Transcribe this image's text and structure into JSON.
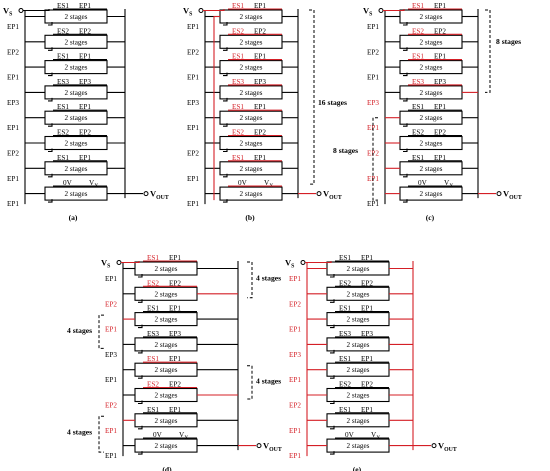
{
  "box_label": "2 stages",
  "io": {
    "vs": "V",
    "vs_sub": "S",
    "vout": "V",
    "vout_sub": "OUT",
    "vx": "V",
    "vx_sub": "X",
    "zero": "0V"
  },
  "colors": {
    "wire": "#000000",
    "active": "#d41f26"
  },
  "panels": [
    {
      "id": "a",
      "caption": "(a)",
      "top_labels": [
        [
          "ES1",
          "EP1"
        ],
        [
          "ES2",
          "EP2"
        ],
        [
          "ES1",
          "EP1"
        ],
        [
          "ES3",
          "EP3"
        ],
        [
          "ES1",
          "EP1"
        ],
        [
          "ES2",
          "EP2"
        ],
        [
          "ES1",
          "EP1"
        ],
        [
          "0V",
          ""
        ]
      ],
      "bottom_labels": [
        "EP1",
        "EP2",
        "EP1",
        "EP3",
        "EP1",
        "EP2",
        "EP1",
        "EP1"
      ],
      "red_top": [],
      "red_bottom": [],
      "red_path": "none",
      "brackets": []
    },
    {
      "id": "b",
      "caption": "(b)",
      "top_labels": [
        [
          "ES1",
          "EP1"
        ],
        [
          "ES2",
          "EP2"
        ],
        [
          "ES1",
          "EP1"
        ],
        [
          "ES3",
          "EP3"
        ],
        [
          "ES1",
          "EP1"
        ],
        [
          "ES2",
          "EP2"
        ],
        [
          "ES1",
          "EP1"
        ],
        [
          "0V",
          ""
        ]
      ],
      "bottom_labels": [
        "EP1",
        "EP2",
        "EP1",
        "EP3",
        "EP1",
        "EP2",
        "EP1",
        "EP1"
      ],
      "red_top": [
        0,
        1,
        2,
        3,
        4,
        5,
        6,
        7
      ],
      "red_bottom": [],
      "red_path": "series",
      "brackets": [
        {
          "label": "16 stages"
        }
      ]
    },
    {
      "id": "c",
      "caption": "(c)",
      "top_labels": [
        [
          "ES1",
          "EP1"
        ],
        [
          "ES2",
          "EP2"
        ],
        [
          "ES1",
          "EP1"
        ],
        [
          "ES3",
          "EP3"
        ],
        [
          "ES1",
          "EP1"
        ],
        [
          "ES2",
          "EP2"
        ],
        [
          "ES1",
          "EP1"
        ],
        [
          "0V",
          ""
        ]
      ],
      "bottom_labels": [
        "EP1",
        "EP2",
        "EP1",
        "EP3",
        "EP1",
        "EP2",
        "EP1",
        "EP1"
      ],
      "red_top": [
        0,
        1,
        2,
        3
      ],
      "red_bottom": [
        3,
        4,
        5,
        6
      ],
      "red_path": "half",
      "brackets": [
        {
          "label": "8 stages"
        },
        {
          "label": "8 stages"
        }
      ]
    },
    {
      "id": "d",
      "caption": "(d)",
      "top_labels": [
        [
          "ES1",
          "EP1"
        ],
        [
          "ES2",
          "EP2"
        ],
        [
          "ES1",
          "EP1"
        ],
        [
          "ES3",
          "EP3"
        ],
        [
          "ES1",
          "EP1"
        ],
        [
          "ES2",
          "EP2"
        ],
        [
          "ES1",
          "EP1"
        ],
        [
          "0V",
          ""
        ]
      ],
      "bottom_labels": [
        "EP1",
        "EP2",
        "EP1",
        "EP3",
        "EP1",
        "EP2",
        "EP1",
        "EP1"
      ],
      "red_top": [
        0,
        1,
        4,
        5
      ],
      "red_bottom": [
        1,
        2,
        5,
        6
      ],
      "red_path": "quarter",
      "brackets": [
        {
          "label": "4 stages"
        },
        {
          "label": "4 stages"
        },
        {
          "label": "4 stages"
        },
        {
          "label": "4 stages"
        }
      ]
    },
    {
      "id": "e",
      "caption": "(e)",
      "top_labels": [
        [
          "ES1",
          "EP1"
        ],
        [
          "ES2",
          "EP2"
        ],
        [
          "ES1",
          "EP1"
        ],
        [
          "ES3",
          "EP3"
        ],
        [
          "ES1",
          "EP1"
        ],
        [
          "ES2",
          "EP2"
        ],
        [
          "ES1",
          "EP1"
        ],
        [
          "0V",
          ""
        ]
      ],
      "bottom_labels": [
        "EP1",
        "EP2",
        "EP1",
        "EP3",
        "EP1",
        "EP2",
        "EP1",
        "EP1"
      ],
      "red_top": [],
      "red_bottom": [
        0,
        1,
        2,
        3,
        4,
        5,
        6,
        7
      ],
      "red_path": "parallel",
      "brackets": []
    }
  ]
}
